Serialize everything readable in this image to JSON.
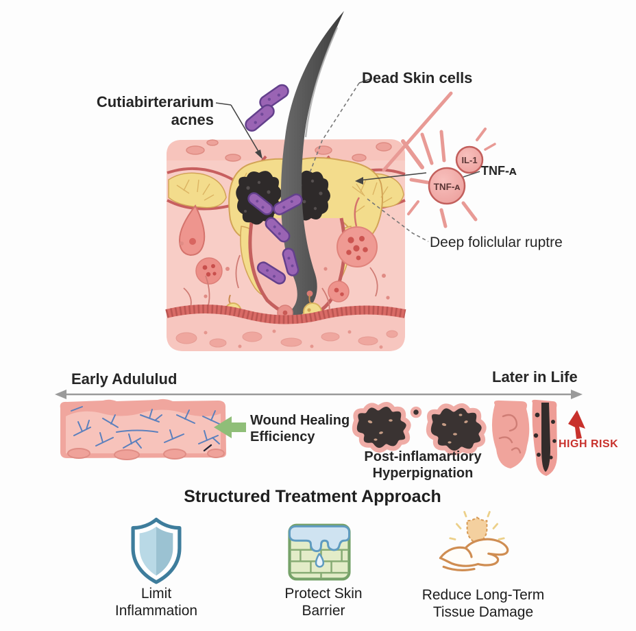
{
  "diagram": {
    "bacteria_label": {
      "line1": "Cutiabirterarium",
      "line2": "acnes"
    },
    "dead_skin_label": "Dead Skin cells",
    "tnf_callout": "TNF-ᴀ",
    "cytokines": {
      "il1": "IL-1",
      "tnf": "TNF-ᴀ"
    },
    "rupture_label": "Deep foliclular ruptre"
  },
  "timeline": {
    "left_label": "Early Adululud",
    "right_label": "Later in Life",
    "wound_label": {
      "line1": "Wound Healing",
      "line2": "Efficiency"
    },
    "hyper_label": {
      "line1": "Post-inflamartiory",
      "line2": "Hyperpignation"
    },
    "high_risk_label": "HIGH RISK"
  },
  "treatment": {
    "title": "Structured Treatment Approach",
    "items": [
      {
        "icon": "shield-icon",
        "line1": "Limit",
        "line2": "Inflammation"
      },
      {
        "icon": "brick-wall-icon",
        "line1": "Protect",
        "line2": "Skin Barrier"
      },
      {
        "icon": "hand-holding-shield-icon",
        "line1": "Reduce Long-Term",
        "line2": "Tissue Damage"
      }
    ]
  },
  "colors": {
    "high_risk": "#c8312c",
    "wound_arrow_green": "#8fbe78",
    "timeline_arrow_gray": "#9a9a9a",
    "cytokine_pink": "#e89a95",
    "skin_pink": "#f8cdc6",
    "bacteria_purple": "#9a64b4",
    "shield_blue": "#3e7d9c",
    "barrier_green": "#76a269",
    "hand_orange": "#cf8d52",
    "text_dark": "#2b2b2b"
  }
}
